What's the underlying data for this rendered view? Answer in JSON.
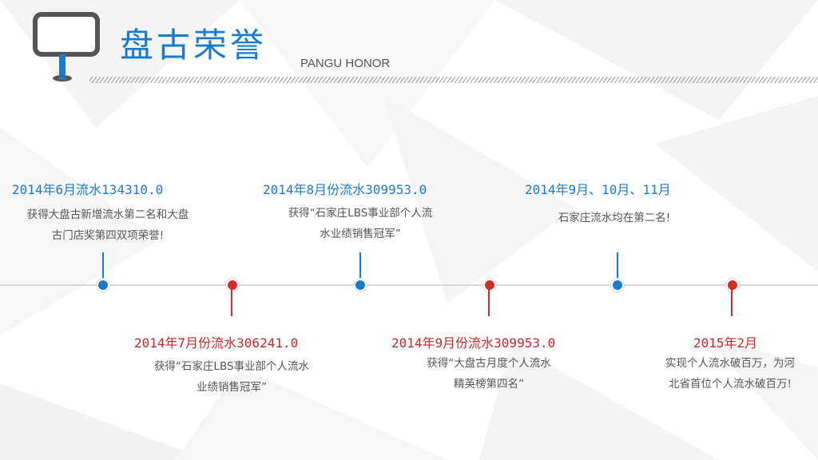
{
  "header": {
    "title": "盘古荣誉",
    "subtitle": "PANGU HONOR",
    "icon": "signboard-icon"
  },
  "colors": {
    "blue": "#1a7bcb",
    "red": "#d42b2b",
    "text": "#555555"
  },
  "timeline": {
    "events": [
      {
        "title": "2014年6月流水134310.0",
        "lines": [
          "获得大盘古新增流水第二名和大盘",
          "古门店奖第四双项荣誉!"
        ],
        "color": "blue"
      },
      {
        "title": "2014年7月份流水306241.0",
        "lines": [
          "获得“石家庄LBS事业部个人流水",
          "业绩销售冠军”"
        ],
        "color": "red"
      },
      {
        "title": "2014年8月份流水309953.0",
        "lines": [
          "获得“石家庄LBS事业部个人流",
          "水业绩销售冠军”"
        ],
        "color": "blue"
      },
      {
        "title": "2014年9月份流水309953.0",
        "lines": [
          "获得“大盘古月度个人流水",
          "精英榜第四名”"
        ],
        "color": "red"
      },
      {
        "title": "2014年9月、10月、11月",
        "lines": [
          "石家庄流水均在第二名!"
        ],
        "color": "blue"
      },
      {
        "title": "2015年2月",
        "lines": [
          "实现个人流水破百万，为河",
          "北省首位个人流水破百万!"
        ],
        "color": "red"
      }
    ]
  }
}
